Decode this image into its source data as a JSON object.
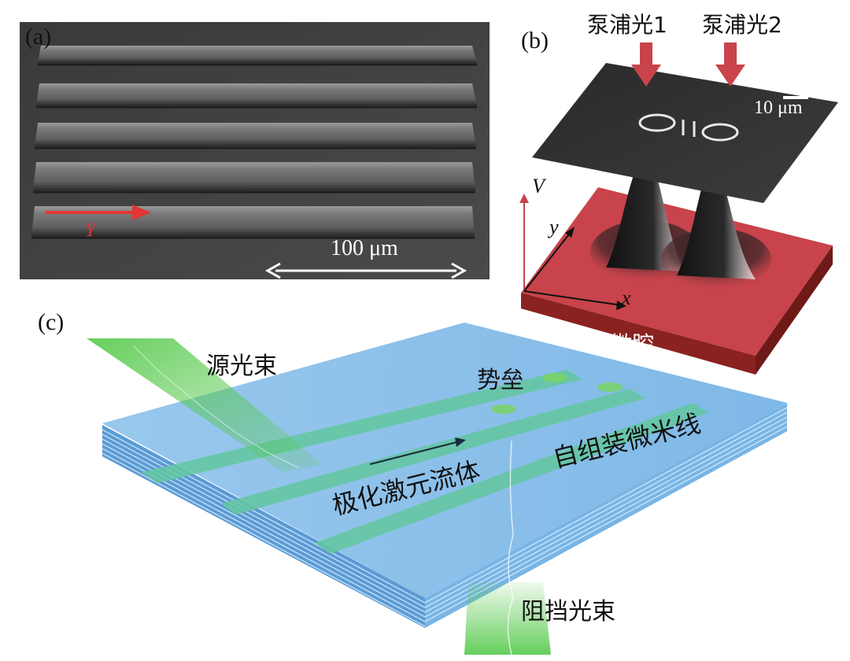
{
  "figure": {
    "panel_a": {
      "label": "(a)",
      "axis_label": "Y",
      "scale_bar": "100 μm"
    },
    "panel_b": {
      "label": "(b)",
      "pump1": "泵浦光1",
      "pump2": "泵浦光2",
      "scale_bar": "10 μm",
      "axis_v": "V",
      "axis_y": "y",
      "axis_x": "x",
      "cavity": "微腔"
    },
    "panel_c": {
      "label": "(c)",
      "source_beam": "源光束",
      "barrier": "势垒",
      "nanowires": "自组装微米线",
      "fluid": "极化激元流体",
      "blocked_beam": "阻挡光束"
    }
  },
  "colors": {
    "pump_arrow": "#c9444a",
    "cavity_top": "#c8434b",
    "cavity_side": "#8a2220",
    "sem_bg": "#3c3c3c",
    "stack_blue": "#7fb7e6",
    "beam_green": "#55c94a"
  }
}
